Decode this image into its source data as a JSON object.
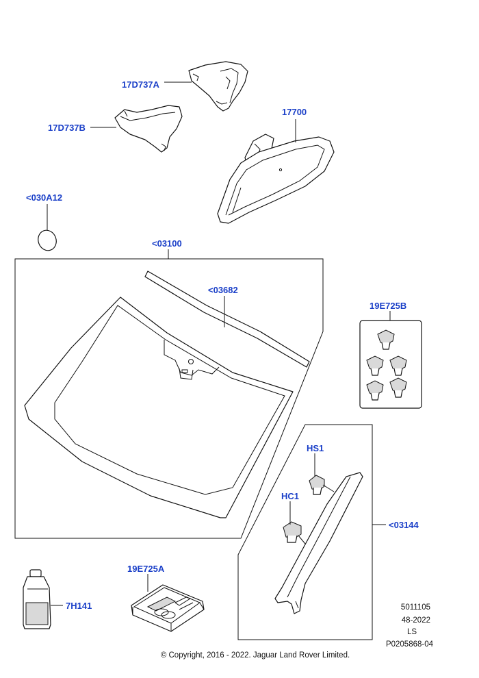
{
  "labels": {
    "mirror_cover_a": "17D737A",
    "mirror_cover_b": "17D737B",
    "mirror": "17700",
    "seal": "<030A12",
    "windscreen": "<03100",
    "moulding": "<03682",
    "clips_kit": "19E725B",
    "hs1": "HS1",
    "hc1": "HC1",
    "pillar_trim": "<03144",
    "primer": "7H141",
    "repair_kit": "19E725A"
  },
  "meta": {
    "line1": "5011105",
    "line2": "48-2022",
    "line3": "LS",
    "line4": "P0205868-04"
  },
  "copyright": "© Copyright, 2016 - 2022. Jaguar Land Rover Limited.",
  "colors": {
    "label": "#1a3fc8",
    "line": "#111111"
  }
}
